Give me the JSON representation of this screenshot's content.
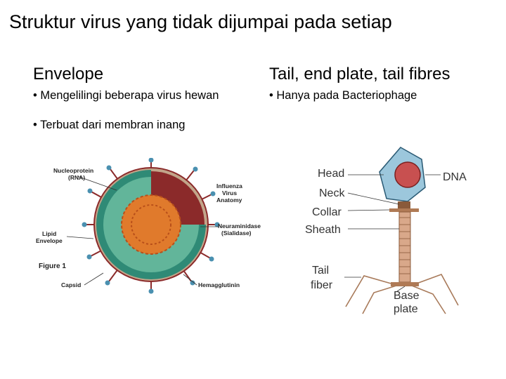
{
  "slide": {
    "title": "Struktur virus yang tidak dijumpai pada setiap"
  },
  "left": {
    "heading": "Envelope",
    "bullets": [
      "• Mengelilingi beberapa virus hewan",
      "• Terbuat dari membran inang"
    ],
    "figure": {
      "labels": {
        "nucleoprotein": "Nucleoprotein",
        "rna": "(RNA)",
        "influenza_1": "Influenza",
        "influenza_2": "Virus",
        "influenza_3": "Anatomy",
        "lipid": "Lipid",
        "envelope": "Envelope",
        "neuraminidase": "Neuraminidase",
        "sialidase": "(Sialidase)",
        "figure_no": "Figure 1",
        "capsid": "Capsid",
        "hemagglutinin": "Hemagglutinin"
      }
    }
  },
  "right": {
    "heading": "Tail, end plate, tail fibres",
    "bullets": [
      "• Hanya pada Bacteriophage"
    ],
    "figure": {
      "labels": {
        "head": "Head",
        "dna": "DNA",
        "neck": "Neck",
        "collar": "Collar",
        "sheath": "Sheath",
        "tail_1": "Tail",
        "tail_2": "fiber",
        "base_1": "Base",
        "base_2": "plate"
      }
    }
  },
  "colors": {
    "virus_outer": "#8b2a2a",
    "virus_inner": "#2f8a76",
    "rna": "#e07a2c",
    "spike": "#4a90b0",
    "phage_head": "#9cc7dc",
    "phage_tail": "#d9a88a"
  }
}
